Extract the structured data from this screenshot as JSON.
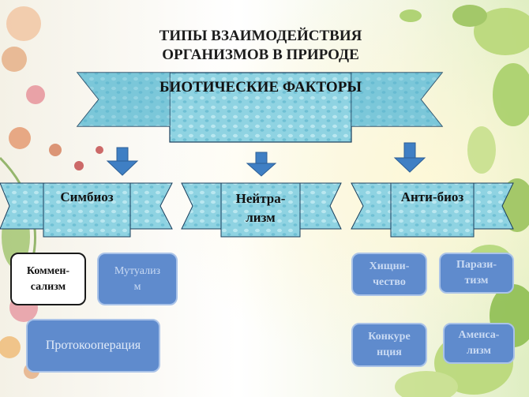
{
  "title": {
    "line1": "ТИПЫ ВЗАИМОДЕЙСТВИЯ",
    "line2": "ОРГАНИЗМОВ В ПРИРОДЕ"
  },
  "main_banner": {
    "label": "БИОТИЧЕСКИЕ ФАКТОРЫ"
  },
  "categories": [
    {
      "label": "Симбиоз"
    },
    {
      "line1": "Нейтра-",
      "line2": "лизм"
    },
    {
      "label": "Анти-биоз"
    }
  ],
  "symbiosis_types": {
    "commensalism": {
      "line1": "Коммен-",
      "line2": "сализм"
    },
    "mutualism": {
      "line1": "Мутуализ",
      "line2": "м"
    },
    "protocooperation": {
      "label": "Протокооперация"
    }
  },
  "antibiosis_types": {
    "predation": {
      "line1": "Хищни-",
      "line2": "чество"
    },
    "parasitism": {
      "line1": "Парази-",
      "line2": "тизм"
    },
    "competition": {
      "line1": "Конкуре",
      "line2": "нция"
    },
    "amensalism": {
      "line1": "Аменса-",
      "line2": "лизм"
    }
  },
  "colors": {
    "banner_fill": "#8fd3e2",
    "banner_dark": "#5cb4cc",
    "arrow": "#3f7fc4",
    "box_blue": "#5f8bcd",
    "box_white": "#ffffff"
  }
}
